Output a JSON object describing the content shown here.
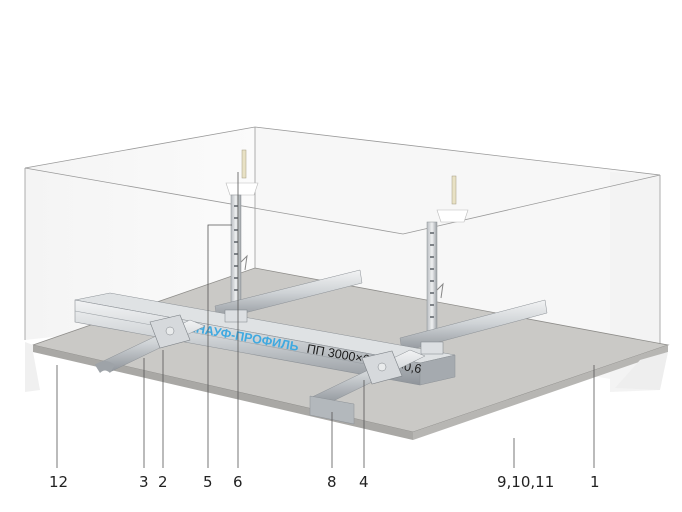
{
  "diagram": {
    "profile_print": {
      "brand": "КНАУФ-ПРОФИЛЬ",
      "spec": "ПП 3000×60×27×0,6",
      "brand_color": "#3fa9e0",
      "spec_color": "#1c1c1c"
    },
    "callouts": [
      "12",
      "3",
      "2",
      "5",
      "6",
      "8",
      "4",
      "9,10,11",
      "1"
    ],
    "colors": {
      "room_edge": "#9a9a9a",
      "ceiling_board": "#c9c8c5",
      "board_edge": "#8e8d8a",
      "metal_light": "#e4e6e8",
      "metal_mid": "#c2c6ca",
      "metal_dark": "#8c9196",
      "leader_line": "#555555"
    }
  }
}
